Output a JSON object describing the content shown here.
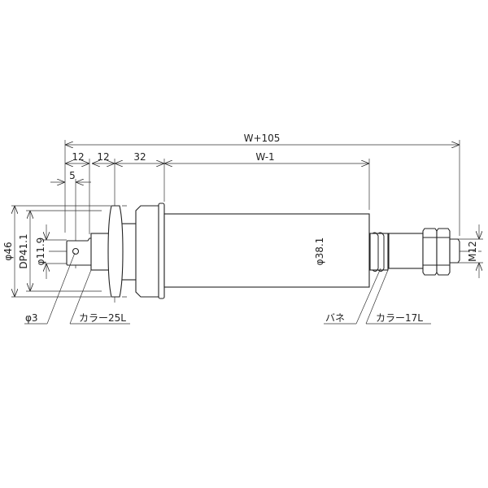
{
  "dimensions": {
    "overall_length": "W+105",
    "collar_length_1": "12",
    "collar_length_2": "12",
    "head_length": "32",
    "body_length": "W-1",
    "pin_offset": "5",
    "flange_diameter": "φ46",
    "pitch_diameter": "DP41.1",
    "pin_diameter": "φ11.9",
    "body_diameter": "φ38.1",
    "thread": "M12"
  },
  "callouts": {
    "hole": "φ3",
    "collar_left": "カラー25L",
    "spring": "バネ",
    "collar_right": "カラー17L"
  }
}
